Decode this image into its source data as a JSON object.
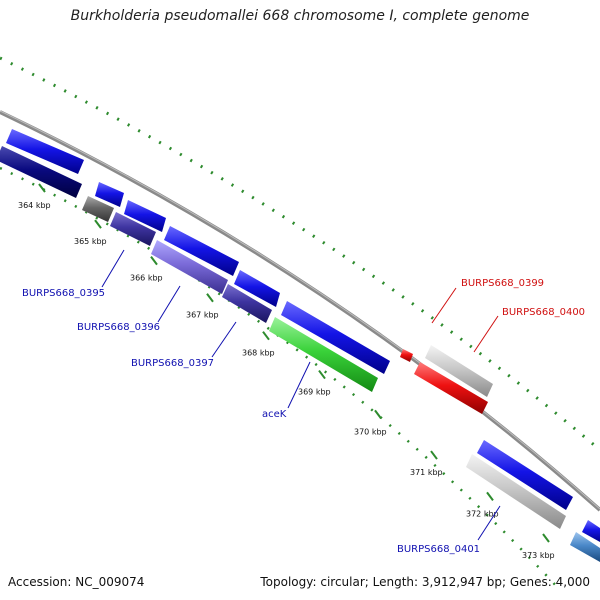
{
  "title": "Burkholderia pseudomallei 668 chromosome I, complete genome",
  "accession_text": "Accession: NC_009074",
  "info_text": "Topology: circular; Length: 3,912,947 bp; Genes: 4,000",
  "colors": {
    "backbone": "#8a8a8a",
    "tick": "#2e8b2e",
    "gene_blue": "#1414e6",
    "gene_navy": "#0a0a80",
    "gene_gray": "#666666",
    "gene_lightgray": "#c8c8c8",
    "gene_purple": "#7a6ad8",
    "gene_green": "#3ad23a",
    "gene_red": "#ee1111",
    "gene_steel": "#4a88c8",
    "label_blue": "#1010b0",
    "label_red": "#d01010"
  },
  "ticks": [
    {
      "kbp": 364,
      "label": "364 kbp"
    },
    {
      "kbp": 365,
      "label": "365 kbp"
    },
    {
      "kbp": 366,
      "label": "366 kbp"
    },
    {
      "kbp": 367,
      "label": "367 kbp"
    },
    {
      "kbp": 368,
      "label": "368 kbp"
    },
    {
      "kbp": 369,
      "label": "369 kbp"
    },
    {
      "kbp": 370,
      "label": "370 kbp"
    },
    {
      "kbp": 371,
      "label": "371 kbp"
    },
    {
      "kbp": 372,
      "label": "372 kbp"
    },
    {
      "kbp": 373,
      "label": "373 kbp"
    }
  ],
  "gene_labels": [
    {
      "text": "BURPS668_0395",
      "color": "label_blue"
    },
    {
      "text": "BURPS668_0396",
      "color": "label_blue"
    },
    {
      "text": "BURPS668_0397",
      "color": "label_blue"
    },
    {
      "text": "aceK",
      "color": "label_blue"
    },
    {
      "text": "BURPS668_0399",
      "color": "label_red"
    },
    {
      "text": "BURPS668_0400",
      "color": "label_red"
    },
    {
      "text": "BURPS668_0401",
      "color": "label_blue"
    }
  ]
}
